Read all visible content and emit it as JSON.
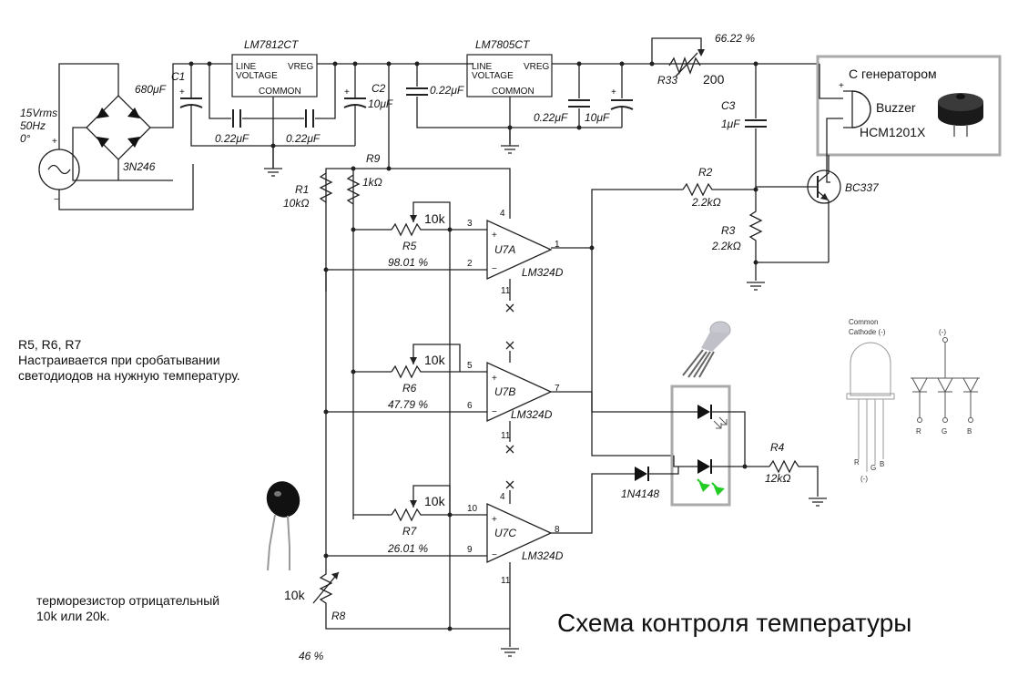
{
  "title": "Схема контроля температуры",
  "notes": {
    "trim_line1": "R5, R6, R7",
    "trim_line2": "Настраивается при сробатывании",
    "trim_line3": "светодиодов на нужную температуру.",
    "thermistor_line1": "терморезистор отрицательный",
    "thermistor_line2": "10k или 20k."
  },
  "source": {
    "voltage": "15Vrms",
    "freq": "50Hz",
    "phase": "0°"
  },
  "bridge": {
    "name": "3N246"
  },
  "regulators": {
    "u1": {
      "name": "LM7812CT",
      "line": "LINE",
      "voltage": "VOLTAGE",
      "vreg": "VREG",
      "common": "COMMON"
    },
    "u2": {
      "name": "LM7805CT",
      "line": "LINE",
      "voltage": "VOLTAGE",
      "vreg": "VREG",
      "common": "COMMON"
    }
  },
  "components": {
    "c1": {
      "name": "C1",
      "value": "680μF"
    },
    "c2": {
      "name": "C2",
      "value": "10μF"
    },
    "c3": {
      "name": "C3",
      "value": "1μF"
    },
    "cap_022": "0.22μF",
    "cap_10u": "10μF",
    "r1": {
      "name": "R1",
      "value": "10kΩ"
    },
    "r9": {
      "name": "R9",
      "value": "1kΩ"
    },
    "r2": {
      "name": "R2",
      "value": "2.2kΩ"
    },
    "r3": {
      "name": "R3",
      "value": "2.2kΩ"
    },
    "r4": {
      "name": "R4",
      "value": "12kΩ"
    },
    "r5": {
      "name": "R5",
      "value": "10k",
      "setting": "98.01 %"
    },
    "r6": {
      "name": "R6",
      "value": "10k",
      "setting": "47.79 %"
    },
    "r7": {
      "name": "R7",
      "value": "10k",
      "setting": "26.01 %"
    },
    "r8": {
      "name": "R8",
      "value": "10k",
      "setting": "46 %"
    },
    "r33": {
      "name": "R33",
      "value": "200",
      "setting": "66.22 %"
    },
    "transistor": "BC337",
    "diode": "1N4148",
    "opamp_model": "LM324D",
    "u7a": "U7A",
    "u7b": "U7B",
    "u7c": "U7C"
  },
  "pins": {
    "p1": "1",
    "p2": "2",
    "p3": "3",
    "p4": "4",
    "p5": "5",
    "p6": "6",
    "p7": "7",
    "p8": "8",
    "p9": "9",
    "p10": "10",
    "p11": "11",
    "plus": "+",
    "minus": "−"
  },
  "buzzer": {
    "caption": "С генератором",
    "label": "Buzzer",
    "model": "HCM1201X"
  },
  "led_pinout": {
    "caption1": "Common",
    "caption2": "Cathode (-)",
    "minus": "(-)",
    "r": "R",
    "g": "G",
    "b": "B"
  },
  "colors": {
    "wire": "#222222",
    "led_green": "#22cc22",
    "box": "#aaaaaa"
  }
}
